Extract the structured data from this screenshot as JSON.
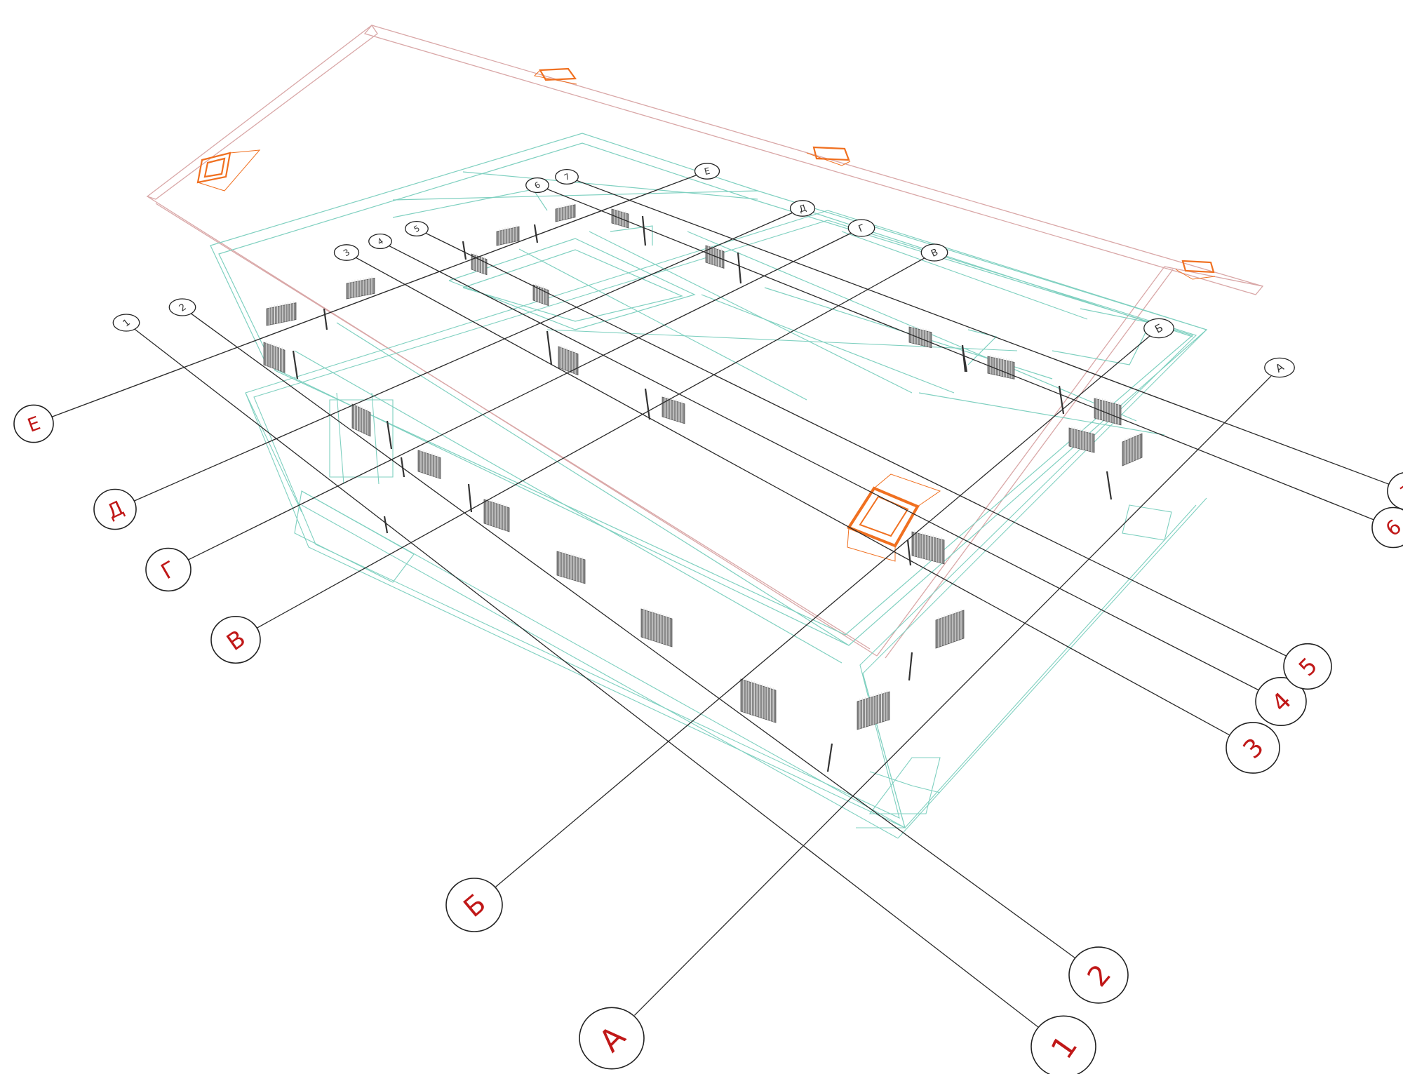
{
  "colors": {
    "grid_line": "#2a2a2a",
    "bubble_stroke": "#222222",
    "label_red": "#c01818",
    "label_small": "#333333",
    "wall_teal": "#7fd0c0",
    "roof_pink": "#d9a7a7",
    "skylight_orange": "#f07020",
    "radiator_gray": "#8a8a8a",
    "radiator_dark": "#555555",
    "pipe_dark": "#333333"
  },
  "axes": [
    {
      "id": "A",
      "text": "А"
    },
    {
      "id": "B",
      "text": "Б"
    },
    {
      "id": "V",
      "text": "В"
    },
    {
      "id": "G",
      "text": "Г"
    },
    {
      "id": "D",
      "text": "Д"
    },
    {
      "id": "E",
      "text": "Е"
    },
    {
      "id": "n1",
      "text": "1"
    },
    {
      "id": "n2",
      "text": "2"
    },
    {
      "id": "n3",
      "text": "3"
    },
    {
      "id": "n4",
      "text": "4"
    },
    {
      "id": "n5",
      "text": "5"
    },
    {
      "id": "n6",
      "text": "6"
    },
    {
      "id": "n7",
      "text": "7"
    }
  ]
}
